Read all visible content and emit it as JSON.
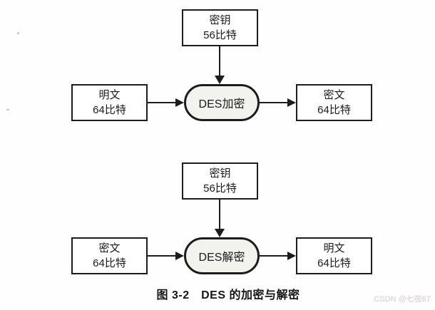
{
  "figure": {
    "caption": "图 3-2　DES 的加密与解密",
    "watermark": "CSDN @七夜67"
  },
  "encryption": {
    "key_box": {
      "line1": "密钥",
      "line2": "56比特"
    },
    "input_box": {
      "line1": "明文",
      "line2": "64比特"
    },
    "process_label": "DES加密",
    "output_box": {
      "line1": "密文",
      "line2": "64比特"
    }
  },
  "decryption": {
    "key_box": {
      "line1": "密钥",
      "line2": "56比特"
    },
    "input_box": {
      "line1": "密文",
      "line2": "64比特"
    },
    "process_label": "DES解密",
    "output_box": {
      "line1": "明文",
      "line2": "64比特"
    }
  },
  "colors": {
    "line_and_border": "#1c1c1c",
    "process_fill": "#f2f2ef",
    "background": "#fefefe",
    "watermark_text": "#dbc9c9"
  }
}
